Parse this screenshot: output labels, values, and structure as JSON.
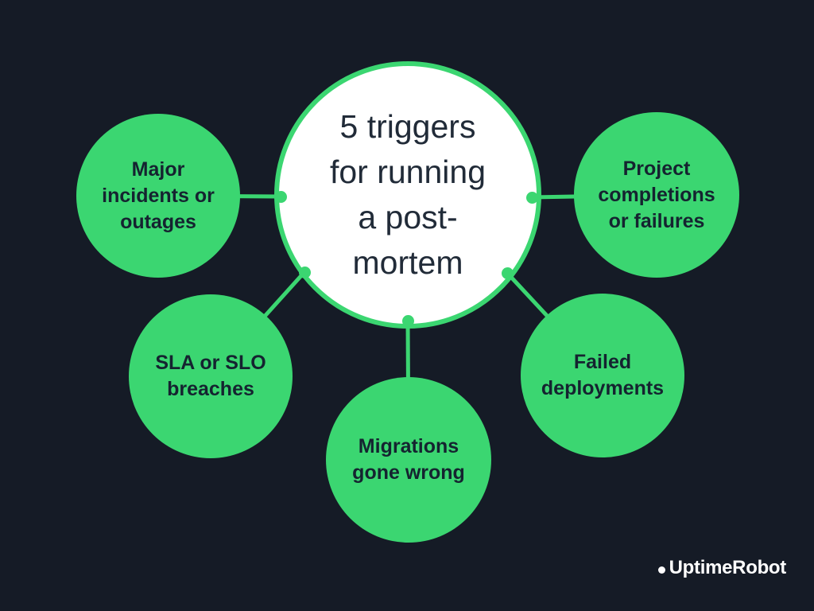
{
  "colors": {
    "background": "#151B26",
    "accent_green": "#3BD671",
    "center_fill": "#FFFFFF",
    "center_text": "#212B38",
    "node_text": "#152330",
    "brand_text": "#FFFFFF"
  },
  "center": {
    "label": "5 triggers for running a post-mortem",
    "lines": [
      "5 triggers",
      "for running",
      "a post-",
      "mortem"
    ]
  },
  "nodes": [
    {
      "id": "major-incidents",
      "label": "Major incidents or outages",
      "lines": [
        "Major",
        "incidents or",
        "outages"
      ]
    },
    {
      "id": "project-completions",
      "label": "Project completions or failures",
      "lines": [
        "Project",
        "completions",
        "or failures"
      ]
    },
    {
      "id": "sla-breaches",
      "label": "SLA or SLO breaches",
      "lines": [
        "SLA or SLO",
        "breaches"
      ]
    },
    {
      "id": "migrations",
      "label": "Migrations gone wrong",
      "lines": [
        "Migrations",
        "gone wrong"
      ]
    },
    {
      "id": "failed-deployments",
      "label": "Failed deployments",
      "lines": [
        "Failed",
        "deployments"
      ]
    }
  ],
  "footer": {
    "brand": "UptimeRobot"
  }
}
